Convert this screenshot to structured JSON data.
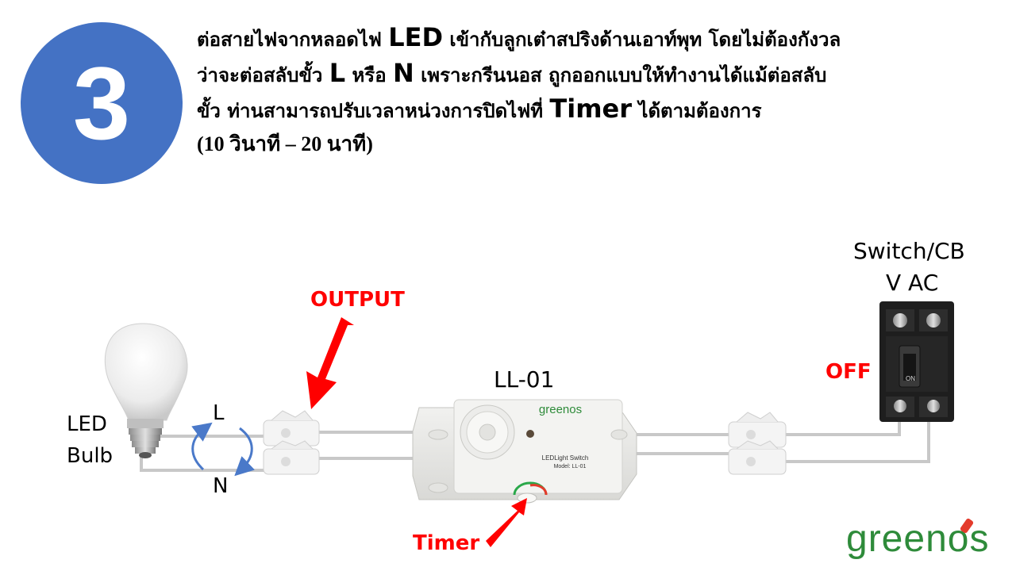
{
  "step": {
    "number": "3"
  },
  "description": {
    "line1_a": "ต่อสายไฟจากหลอดไฟ ",
    "line1_b": "LED",
    "line1_c": " เข้ากับลูกเต๋าสปริงด้านเอาท์พุท โดยไม่ต้องกังวล",
    "line2_a": "ว่าจะต่อสลับขั้ว ",
    "line2_b": "L",
    "line2_c": " หรือ ",
    "line2_d": "N",
    "line2_e": " เพราะกรีนนอส ถูกออกแบบให้ทำงานได้แม้ต่อสลับ",
    "line3_a": "ขั้ว ท่านสามารถปรับเวลาหน่วงการปิดไฟที่ ",
    "line3_b": "Timer",
    "line3_c": " ได้ตามต้องการ",
    "line4": "(10 วินาที – 20 นาที)"
  },
  "labels": {
    "output": "OUTPUT",
    "device_model": "LL-01",
    "led_bulb_line1": "LED",
    "led_bulb_line2": "Bulb",
    "live": "L",
    "neutral": "N",
    "timer": "Timer",
    "switch_line1": "Switch/CB",
    "switch_line2": "V AC",
    "off": "OFF",
    "breaker_on": "ON",
    "device_brand": "greenos",
    "device_caption": "LEDLight Switch",
    "device_model_caption": "Model: LL-01"
  },
  "brand": {
    "logo_text_a": "green",
    "logo_text_b": "o",
    "logo_text_c": "s"
  },
  "colors": {
    "accent_blue": "#4472c4",
    "arrow_red": "#ff0000",
    "logo_green": "#2e8b3a",
    "wire_gray": "#c8c8c8"
  }
}
